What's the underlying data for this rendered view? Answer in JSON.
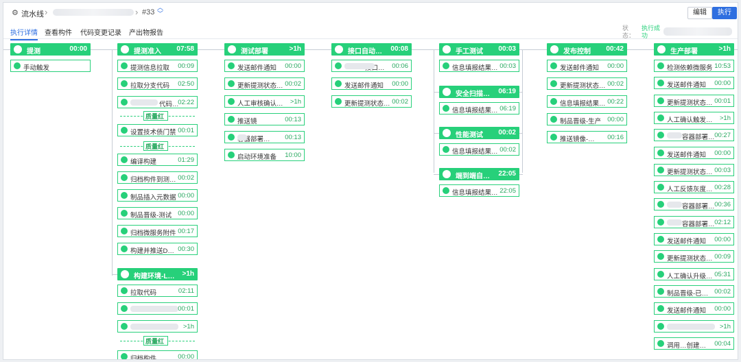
{
  "header": {
    "pipeline_label": "流水线",
    "build_number": "#33",
    "edit_label": "编辑",
    "run_label": "执行"
  },
  "tabs": [
    "执行详情",
    "查看构件",
    "代码变更记录",
    "产出物报告"
  ],
  "status": {
    "label_line1": "状",
    "label_line2": "态：",
    "value_line1": "执行成",
    "value_line2": "功"
  },
  "stages": [
    {
      "name": "提测",
      "time": "00:00",
      "tasks": [
        {
          "name": "手动触发",
          "time": ""
        }
      ]
    },
    {
      "name": "提测准入",
      "time": "07:58",
      "tasks": [
        {
          "name": "提测信息拉取",
          "time": "00:09"
        },
        {
          "name": "拉取分支代码",
          "time": "02:50"
        },
        {
          "name": "代码…",
          "time": "02:22"
        },
        {
          "name": "设置技术债门禁",
          "time": "00:01"
        },
        {
          "name": "编译构建",
          "time": "01:29"
        },
        {
          "name": "归档构件到测…",
          "time": "00:02"
        },
        {
          "name": "制品插入元数据",
          "time": "00:00"
        },
        {
          "name": "制品晋级-测试",
          "time": "00:00"
        },
        {
          "name": "归档微服务附件",
          "time": "00:17"
        },
        {
          "name": "构建并推送D…",
          "time": "00:30"
        }
      ]
    },
    {
      "name": "构建环境-L…",
      "time": ">1h",
      "tasks": [
        {
          "name": "拉取代码",
          "time": "02:11"
        },
        {
          "name": "",
          "time": "00:01"
        },
        {
          "name": "",
          "time": ">1h"
        },
        {
          "name": "归档构件",
          "time": "00:00"
        }
      ]
    },
    {
      "name": "测试部署",
      "time": ">1h",
      "tasks": [
        {
          "name": "发送邮件通知",
          "time": "00:00"
        },
        {
          "name": "更新提测状态…",
          "time": "00:02"
        },
        {
          "name": "人工审核确认…",
          "time": ">1h"
        },
        {
          "name": "推送镜",
          "time": "00:13"
        },
        {
          "name": "容器部署…",
          "time": "00:13"
        },
        {
          "name": "启动环境准备",
          "time": "10:00"
        }
      ]
    },
    {
      "name": "接口自动…",
      "time": "00:08",
      "tasks": [
        {
          "name": "接口…",
          "time": "00:06"
        },
        {
          "name": "发送邮件通知",
          "time": "00:00"
        },
        {
          "name": "更新提测状态…",
          "time": "00:02"
        }
      ]
    },
    {
      "name": "手工测试",
      "time": "00:03",
      "tasks": [
        {
          "name": "信息填报结果…",
          "time": "00:03"
        }
      ]
    },
    {
      "name": "安全扫描…",
      "time": "06:19",
      "tasks": [
        {
          "name": "信息填报结果…",
          "time": "06:19"
        }
      ]
    },
    {
      "name": "性能测试",
      "time": "00:02",
      "tasks": [
        {
          "name": "信息填报结果…",
          "time": "00:02"
        }
      ]
    },
    {
      "name": "端到端自…",
      "time": "22:05",
      "tasks": [
        {
          "name": "信息填报结果…",
          "time": "22:05"
        }
      ]
    },
    {
      "name": "发布控制",
      "time": "00:42",
      "tasks": [
        {
          "name": "发送邮件通知",
          "time": "00:00"
        },
        {
          "name": "更新提测状态…",
          "time": "00:02"
        },
        {
          "name": "信息填报结果…",
          "time": "00:22"
        },
        {
          "name": "制品晋级-生产",
          "time": "00:00"
        },
        {
          "name": "推送镜像-…",
          "time": "00:16"
        }
      ]
    },
    {
      "name": "生产部署",
      "time": ">1h",
      "tasks": [
        {
          "name": "检测依赖微服务",
          "time": "10:53"
        },
        {
          "name": "发送邮件通知",
          "time": "00:00"
        },
        {
          "name": "更新提测状态…",
          "time": "00:01"
        },
        {
          "name": "人工确认触发…",
          "time": ">1h"
        },
        {
          "name": "容器部署…",
          "time": "00:27"
        },
        {
          "name": "发送邮件通知",
          "time": "00:00"
        },
        {
          "name": "更新提测状态…",
          "time": "00:03"
        },
        {
          "name": "人工反馈灰度…",
          "time": "00:28"
        },
        {
          "name": "容器部署…",
          "time": "00:36"
        },
        {
          "name": "容器部署…",
          "time": "02:12"
        },
        {
          "name": "发送邮件通知",
          "time": "00:00"
        },
        {
          "name": "更新提测状态…",
          "time": "00:09"
        },
        {
          "name": "人工确认升级…",
          "time": "05:31"
        },
        {
          "name": "制品晋级-已…",
          "time": "00:02"
        },
        {
          "name": "发送邮件通知",
          "time": "00:00"
        },
        {
          "name": "",
          "time": ">1h"
        },
        {
          "name": "调用…创建…",
          "time": "00:04"
        }
      ]
    }
  ],
  "gates": {
    "label": "质量红线"
  },
  "colors": {
    "success": "#27d07a",
    "primary": "#2f6fe0"
  }
}
